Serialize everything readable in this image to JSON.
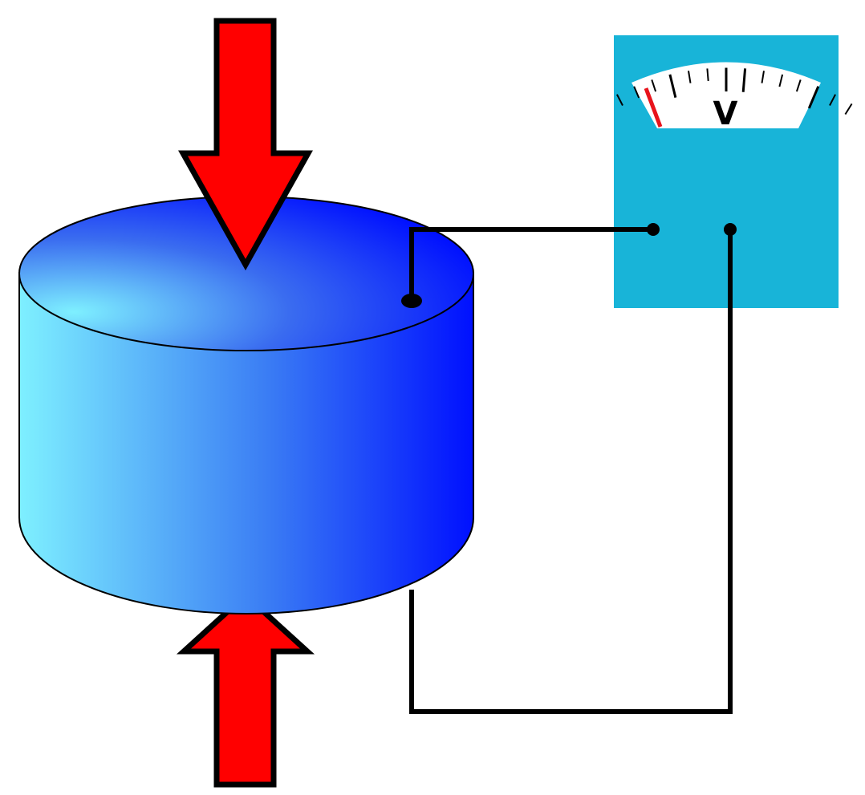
{
  "voltmeter": {
    "symbol": "V",
    "needle_position": 0.0,
    "colors": {
      "body": "#18b4d8",
      "dial_face": "#ffffff",
      "needle": "#e8141c",
      "ticks": "#000000"
    }
  },
  "arrows": {
    "count": 2,
    "directions": [
      "down",
      "up"
    ],
    "colors": {
      "fill": "#ff0000",
      "outline": "#000000"
    }
  },
  "cylinder": {
    "colors": {
      "light": "#7ef0ff",
      "dark": "#0010ff",
      "outline": "#000000"
    }
  },
  "wires": {
    "color": "#000000"
  }
}
